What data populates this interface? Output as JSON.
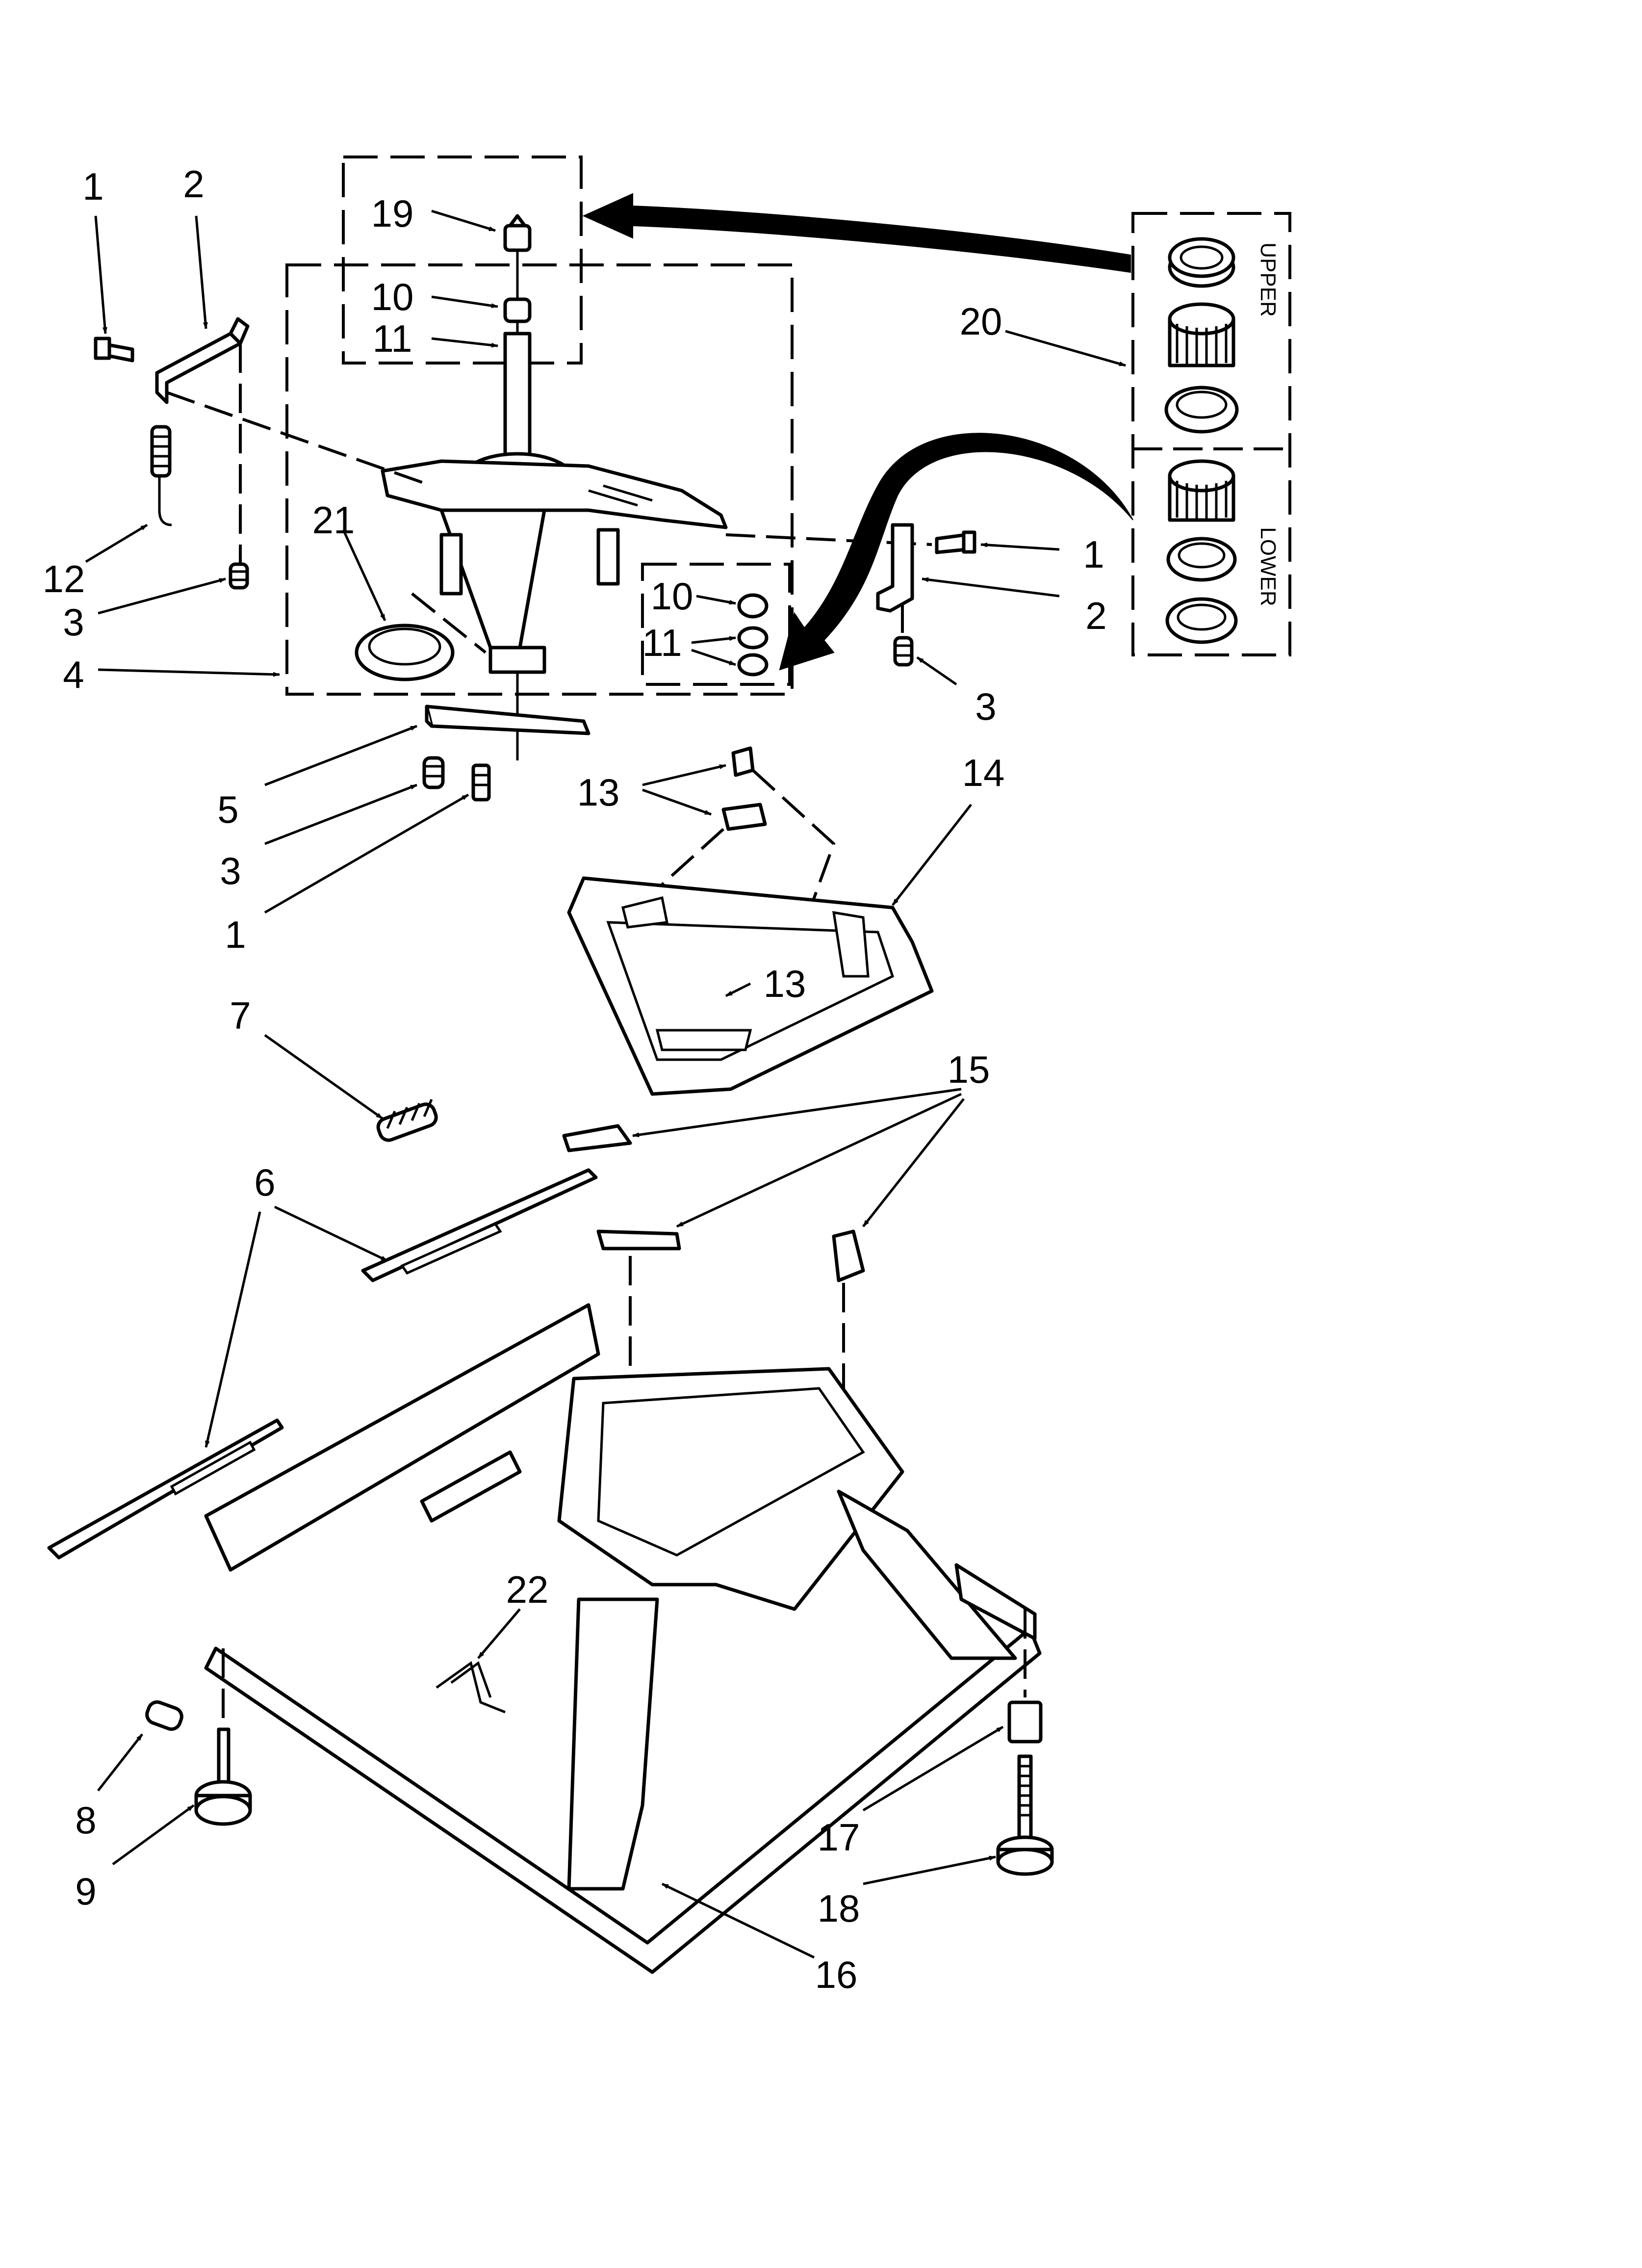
{
  "callouts": {
    "c1_topleft": "1",
    "c2_topleft": "2",
    "c19": "19",
    "c10_top": "10",
    "c11_top": "11",
    "c20": "20",
    "c21": "21",
    "c12": "12",
    "c3_left": "3",
    "c4": "4",
    "c10_right": "10",
    "c11_right": "11",
    "c1_right": "1",
    "c2_right": "2",
    "c3_right": "3",
    "c5": "5",
    "c3_lower": "3",
    "c1_lower": "1",
    "c13_top": "13",
    "c14": "14",
    "c13_lower": "13",
    "c7": "7",
    "c15": "15",
    "c6": "6",
    "c22": "22",
    "c8": "8",
    "c9": "9",
    "c17": "17",
    "c18": "18",
    "c16": "16"
  },
  "kit_labels": {
    "upper": "UPPER",
    "lower": "LOWER"
  },
  "icons": {
    "diagram": "washer-base-exploded-view"
  }
}
